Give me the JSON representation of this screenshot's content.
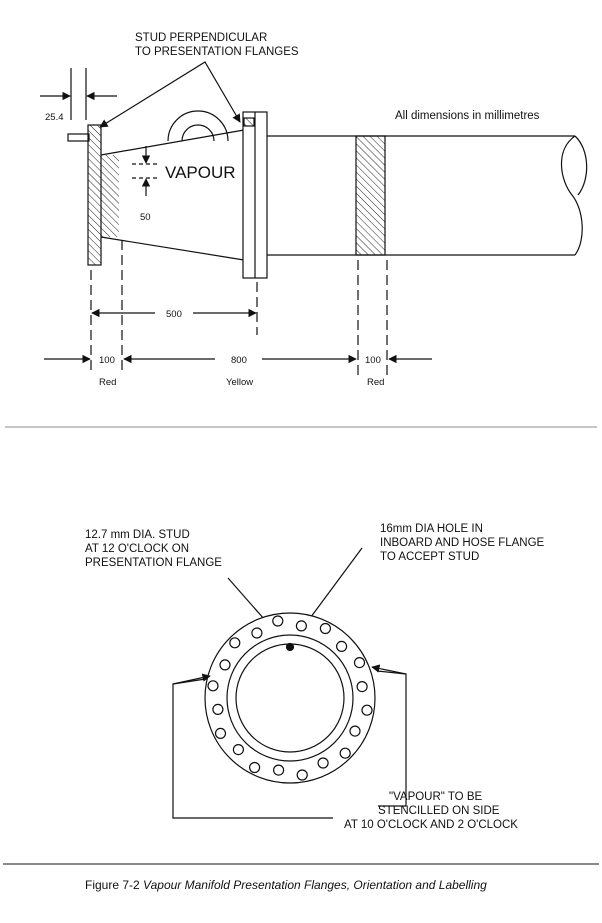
{
  "figure": {
    "caption_prefix": "Figure 7-2 ",
    "caption_title": "Vapour Manifold Presentation Flanges, Orientation and Labelling"
  },
  "side_view": {
    "stud_note_line1": "STUD PERPENDICULAR",
    "stud_note_line2": "TO PRESENTATION FLANGES",
    "units_note": "All dimensions in millimetres",
    "vapour_label": "VAPOUR",
    "dim_stud_offset": "25.4",
    "dim_letter_height": "50",
    "dim_reducer_length": "500",
    "dim_band_left": "100",
    "dim_band_middle": "800",
    "dim_band_right": "100",
    "band_left_color": "Red",
    "band_middle_color": "Yellow",
    "band_right_color": "Red"
  },
  "end_view": {
    "stud_note_line1": "12.7 mm DIA. STUD",
    "stud_note_line2": "AT 12 O'CLOCK ON",
    "stud_note_line3": "PRESENTATION FLANGE",
    "hole_note_line1": "16mm DIA HOLE IN",
    "hole_note_line2": "INBOARD AND HOSE FLANGE",
    "hole_note_line3": "TO ACCEPT STUD",
    "stencil_note_line1": "\"VAPOUR\" TO BE",
    "stencil_note_line2": "STENCILLED ON SIDE",
    "stencil_note_line3": "AT 10 O'CLOCK AND 2 O'CLOCK"
  }
}
